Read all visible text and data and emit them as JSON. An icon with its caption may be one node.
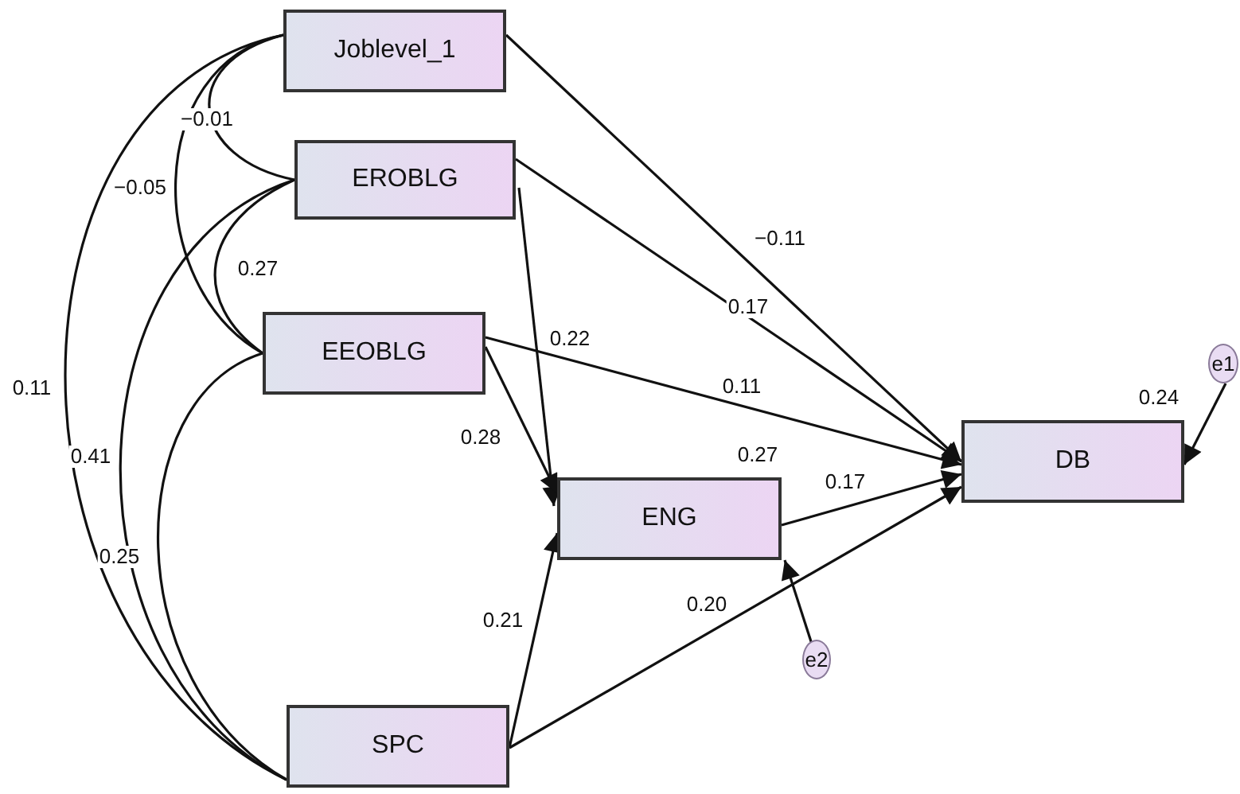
{
  "diagram": {
    "nodes": [
      {
        "text": [
          "Joblevel_1"
        ]
      },
      {
        "text": [
          "EROBLG"
        ]
      },
      {
        "text": [
          "EEOBLG"
        ]
      },
      {
        "text": [
          "ENG"
        ],
        "beside": [
          "0.27"
        ]
      },
      {
        "text": [
          "DB"
        ],
        "beside": [
          "0.24"
        ]
      },
      {
        "text": [
          "SPC"
        ]
      },
      {
        "text": [
          "e1"
        ]
      },
      {
        "text": [
          "e2"
        ]
      }
    ],
    "edges": [
      {
        "from": 0,
        "to": 4,
        "arrow": "to",
        "label": "−0.11"
      },
      {
        "from": 1,
        "to": 4,
        "arrow": "to",
        "label": "0.17"
      },
      {
        "from": 1,
        "to": 3,
        "arrow": "to",
        "label": "0.22"
      },
      {
        "from": 2,
        "to": 4,
        "arrow": "to",
        "label": "0.11"
      },
      {
        "from": 2,
        "to": 3,
        "arrow": "to",
        "label": "0.28"
      },
      {
        "from": 3,
        "to": 4,
        "arrow": "to",
        "label": "0.17"
      },
      {
        "from": 5,
        "to": 3,
        "arrow": "to",
        "label": "0.21"
      },
      {
        "from": 5,
        "to": 4,
        "arrow": "to",
        "label": "0.20"
      },
      {
        "from": 0,
        "to": 1,
        "arrow": "none",
        "label": "−0.01"
      },
      {
        "from": 0,
        "to": 2,
        "arrow": "none",
        "label": "−0.05"
      },
      {
        "from": 0,
        "to": 5,
        "arrow": "none",
        "label": "0.11"
      },
      {
        "from": 1,
        "to": 2,
        "arrow": "none",
        "label": "0.27"
      },
      {
        "from": 1,
        "to": 5,
        "arrow": "none",
        "label": "0.41"
      },
      {
        "from": 2,
        "to": 5,
        "arrow": "none",
        "label": "0.25"
      },
      {
        "from": 6,
        "to": 4,
        "arrow": "to"
      },
      {
        "from": 7,
        "to": 3,
        "arrow": "to"
      }
    ]
  }
}
